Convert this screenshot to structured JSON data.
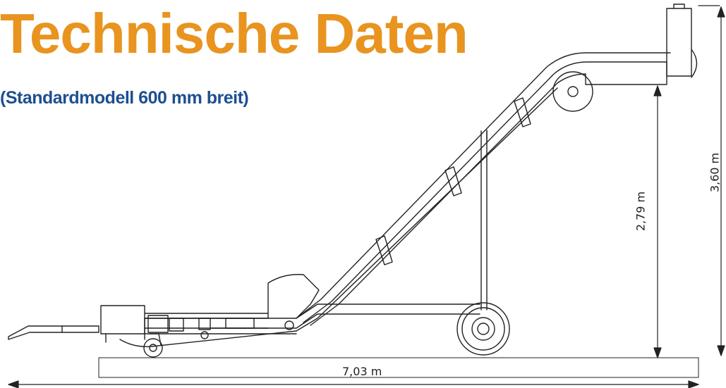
{
  "header": {
    "title": "Technische Daten",
    "subtitle": "(Standardmodell 600 mm breit)"
  },
  "dimensions": {
    "length": "7,03 m",
    "height_lower": "2,79 m",
    "height_total": "3,60 m"
  },
  "colors": {
    "title": "#e8941f",
    "subtitle": "#1d4f91",
    "line": "#222222"
  }
}
